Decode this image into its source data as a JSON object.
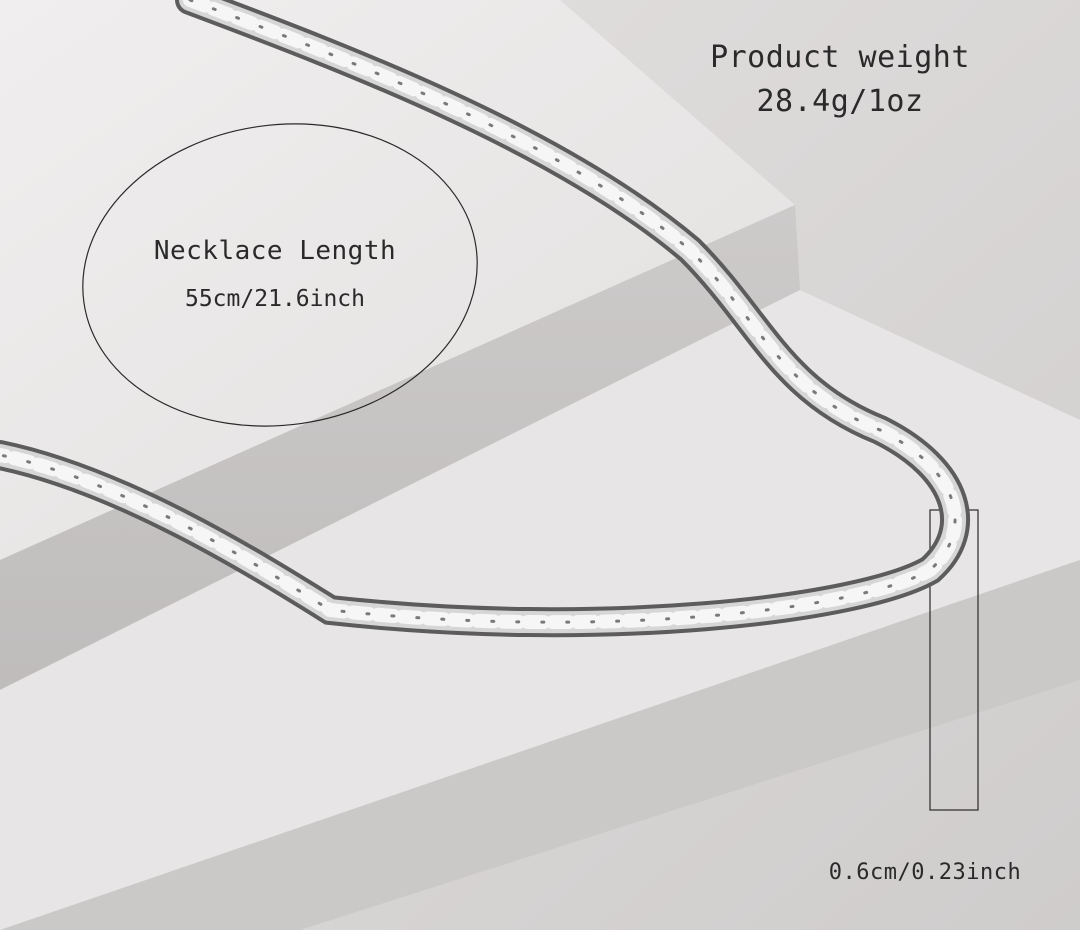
{
  "product_weight": {
    "title": "Product weight",
    "value": "28.4g/1oz"
  },
  "necklace_length": {
    "title": "Necklace Length",
    "value": "55cm/21.6inch"
  },
  "chain_width": {
    "value": "0.6cm/0.23inch"
  },
  "colors": {
    "background": "#d9d6d6",
    "platform_top": "#ebe9e9",
    "platform_side": "#c9c6c6",
    "chain_silver": "#e6e6e6",
    "chain_shadow": "#5c5c5c",
    "line": "#2a2a2a"
  }
}
